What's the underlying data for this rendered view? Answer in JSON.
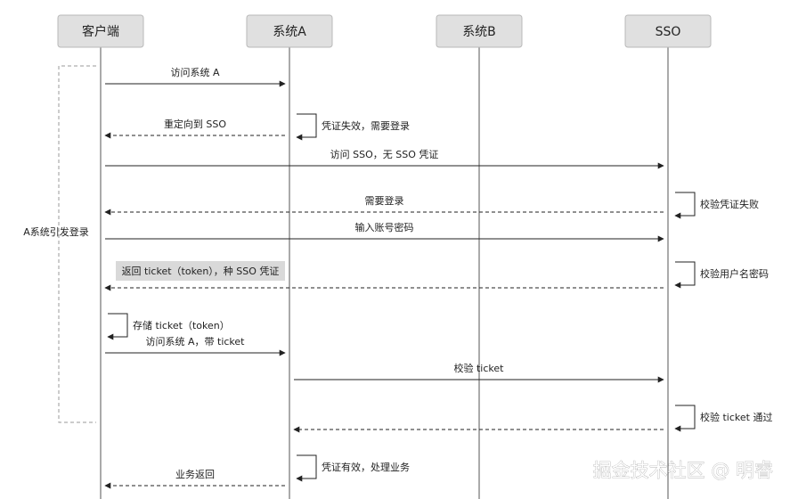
{
  "actors": [
    {
      "id": "client",
      "label": "客户端"
    },
    {
      "id": "sysA",
      "label": "系统A"
    },
    {
      "id": "sysB",
      "label": "系统B"
    },
    {
      "id": "sso",
      "label": "SSO"
    }
  ],
  "group": {
    "label": "A系统引发登录"
  },
  "messages": [
    {
      "from": "client",
      "to": "sysA",
      "label": "访问系统 A",
      "style": "solid"
    },
    {
      "from": "sysA",
      "to": "sysA",
      "label": "凭证失效，需要登录",
      "style": "self"
    },
    {
      "from": "sysA",
      "to": "client",
      "label": "重定向到 SSO",
      "style": "dashed"
    },
    {
      "from": "client",
      "to": "sso",
      "label": "访问 SSO，无 SSO 凭证",
      "style": "solid"
    },
    {
      "from": "sso",
      "to": "sso",
      "label": "校验凭证失败",
      "style": "self"
    },
    {
      "from": "sso",
      "to": "client",
      "label": "需要登录",
      "style": "dashed"
    },
    {
      "from": "client",
      "to": "sso",
      "label": "输入账号密码",
      "style": "solid"
    },
    {
      "from": "sso",
      "to": "sso",
      "label": "校验用户名密码",
      "style": "self"
    },
    {
      "from": "sso",
      "to": "client",
      "label": "返回 ticket（token），种 SSO 凭证",
      "style": "dashed",
      "highlight": true
    },
    {
      "from": "client",
      "to": "client",
      "label": "存储 ticket（token）",
      "style": "self"
    },
    {
      "from": "client",
      "to": "sysA",
      "label": "访问系统 A，带 ticket",
      "style": "solid"
    },
    {
      "from": "sysA",
      "to": "sso",
      "label": "校验 ticket",
      "style": "solid"
    },
    {
      "from": "sso",
      "to": "sso",
      "label": "校验 ticket 通过",
      "style": "self"
    },
    {
      "from": "sso",
      "to": "sysA",
      "label": "",
      "style": "dashed"
    },
    {
      "from": "sysA",
      "to": "sysA",
      "label": "凭证有效，处理业务",
      "style": "self"
    },
    {
      "from": "sysA",
      "to": "client",
      "label": "业务返回",
      "style": "dashed"
    }
  ],
  "watermark": "掘金技术社区 @ 明睿"
}
